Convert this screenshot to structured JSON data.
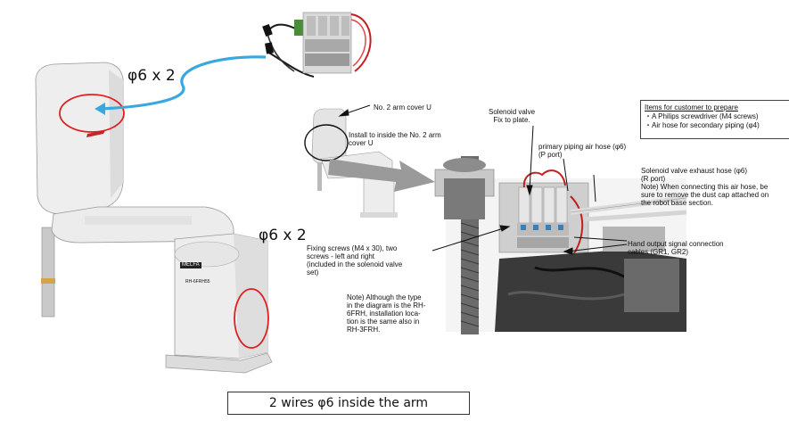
{
  "labels": {
    "phi_left": "φ6 x 2",
    "phi_right": "φ6 x 2",
    "arm_cover": "No. 2 arm cover U",
    "install_inside": "Install to inside the No. 2 arm\ncover U",
    "solenoid_valve": "Solenoid valve\nFix to plate.",
    "primary_piping": "primary piping air hose (φ6)\n(P port)",
    "exhaust_hose": "Solenoid valve exhaust hose (φ6)\n(R port)\nNote) When connecting this air hose, be\nsure to remove the dust cap attached on\nthe robot base section.",
    "fixing_screws": "Fixing screws (M4 x 30), two\nscrews - left and right\n(included in the solenoid valve\nset)",
    "hand_output": "Hand output signal connection\ncables (GR1, GR2)",
    "note": "Note) Although the type\nin the diagram is the RH-\n6FRH, installation loca-\ntion is the same also in\nRH-3FRH.",
    "robot_brand": "MELFA",
    "robot_model": "RH-6FRH55"
  },
  "prepare_box": {
    "title": "Items for customer to prepare",
    "items": [
      "・A Philips screwdriver (M4 screws)",
      "・Air hose for secondary piping (φ4)"
    ]
  },
  "caption": "2 wires φ6 inside the arm",
  "colors": {
    "highlight": "#e02020",
    "arrow_blue": "#3aa8e0",
    "robot_body": "#e9e9e9"
  }
}
